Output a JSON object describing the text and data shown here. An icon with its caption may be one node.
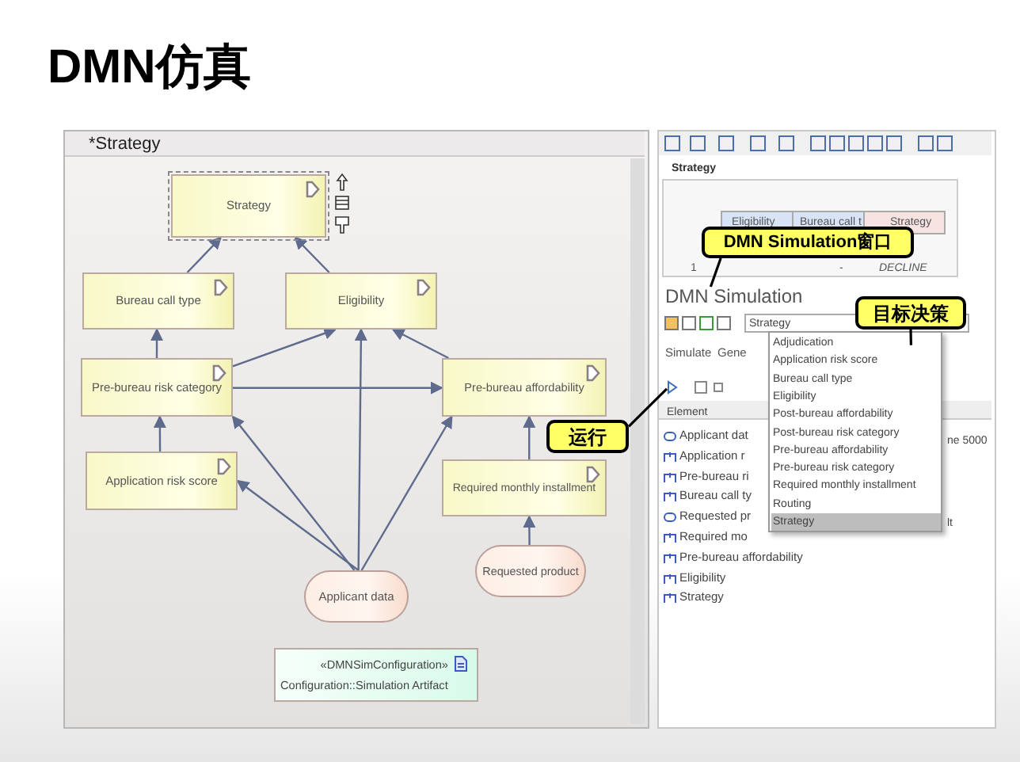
{
  "diagram": {
    "title": "DMN仿真",
    "nodes": [
      {
        "text": [
          "Strategy"
        ]
      },
      {
        "text": [
          "Bureau call type"
        ]
      },
      {
        "text": [
          "Eligibility"
        ]
      },
      {
        "text": [
          "Pre-bureau risk category"
        ]
      },
      {
        "text": [
          "Pre-bureau affordability"
        ]
      },
      {
        "text": [
          "Application risk score"
        ]
      },
      {
        "text": [
          "Required monthly installment"
        ]
      },
      {
        "text": [
          "Applicant data"
        ]
      },
      {
        "text": [
          "Requested product"
        ]
      },
      {
        "text": [
          "«DMNSimConfiguration»",
          "Configuration::Simulation Artifact"
        ]
      },
      {
        "text": [
          "运行"
        ]
      },
      {
        "text": [
          "DMN Simulation窗口"
        ]
      },
      {
        "text": [
          "目标决策"
        ]
      },
      {
        "text": [
          "DMN Simulation"
        ]
      },
      {
        "text": [],
        "shape": "picture"
      },
      {
        "text": [
          "Adjudication",
          "Application risk score",
          "Bureau call type",
          "Eligibility",
          "Post-bureau affordability",
          "Post-bureau risk category",
          "Pre-bureau affordability",
          "Pre-bureau risk category",
          "Required monthly installment",
          "Routing",
          "Strategy"
        ]
      }
    ],
    "edges": [
      {
        "from": 1,
        "to": 0,
        "arrow": "to"
      },
      {
        "from": 2,
        "to": 0,
        "arrow": "to"
      },
      {
        "from": 3,
        "to": 1,
        "arrow": "to"
      },
      {
        "from": 3,
        "to": 2,
        "arrow": "to"
      },
      {
        "from": 3,
        "to": 4,
        "arrow": "to"
      },
      {
        "from": 4,
        "to": 2,
        "arrow": "to"
      },
      {
        "from": 5,
        "to": 3,
        "arrow": "to"
      },
      {
        "from": 7,
        "to": 5,
        "arrow": "to"
      },
      {
        "from": 7,
        "to": 3,
        "arrow": "to"
      },
      {
        "from": 7,
        "to": 2,
        "arrow": "to"
      },
      {
        "from": 7,
        "to": 4,
        "arrow": "to"
      },
      {
        "from": 8,
        "to": 6,
        "arrow": "to"
      },
      {
        "from": 6,
        "to": 4,
        "arrow": "to"
      },
      {
        "from": 10,
        "to": 14,
        "arrow": "none",
        "color": "#000000"
      },
      {
        "from": 11,
        "to": 13,
        "arrow": "none",
        "color": "#000000"
      },
      {
        "from": 12,
        "to": 15,
        "arrow": "none",
        "color": "#000000"
      }
    ],
    "labels": [
      "*Strategy",
      "Strategy",
      "Eligibility",
      "Bureau call t",
      "Strategy",
      "1",
      "-",
      "DECLINE",
      "Strategy",
      "Simulate",
      "Gene",
      "Element",
      "Applicant dat",
      "ne 5000",
      "Application r",
      "Pre-bureau ri",
      "Bureau call ty",
      "Requested pr",
      "lt",
      "Required mo",
      "Pre-bureau affordability",
      "Eligibility",
      "Strategy"
    ]
  }
}
